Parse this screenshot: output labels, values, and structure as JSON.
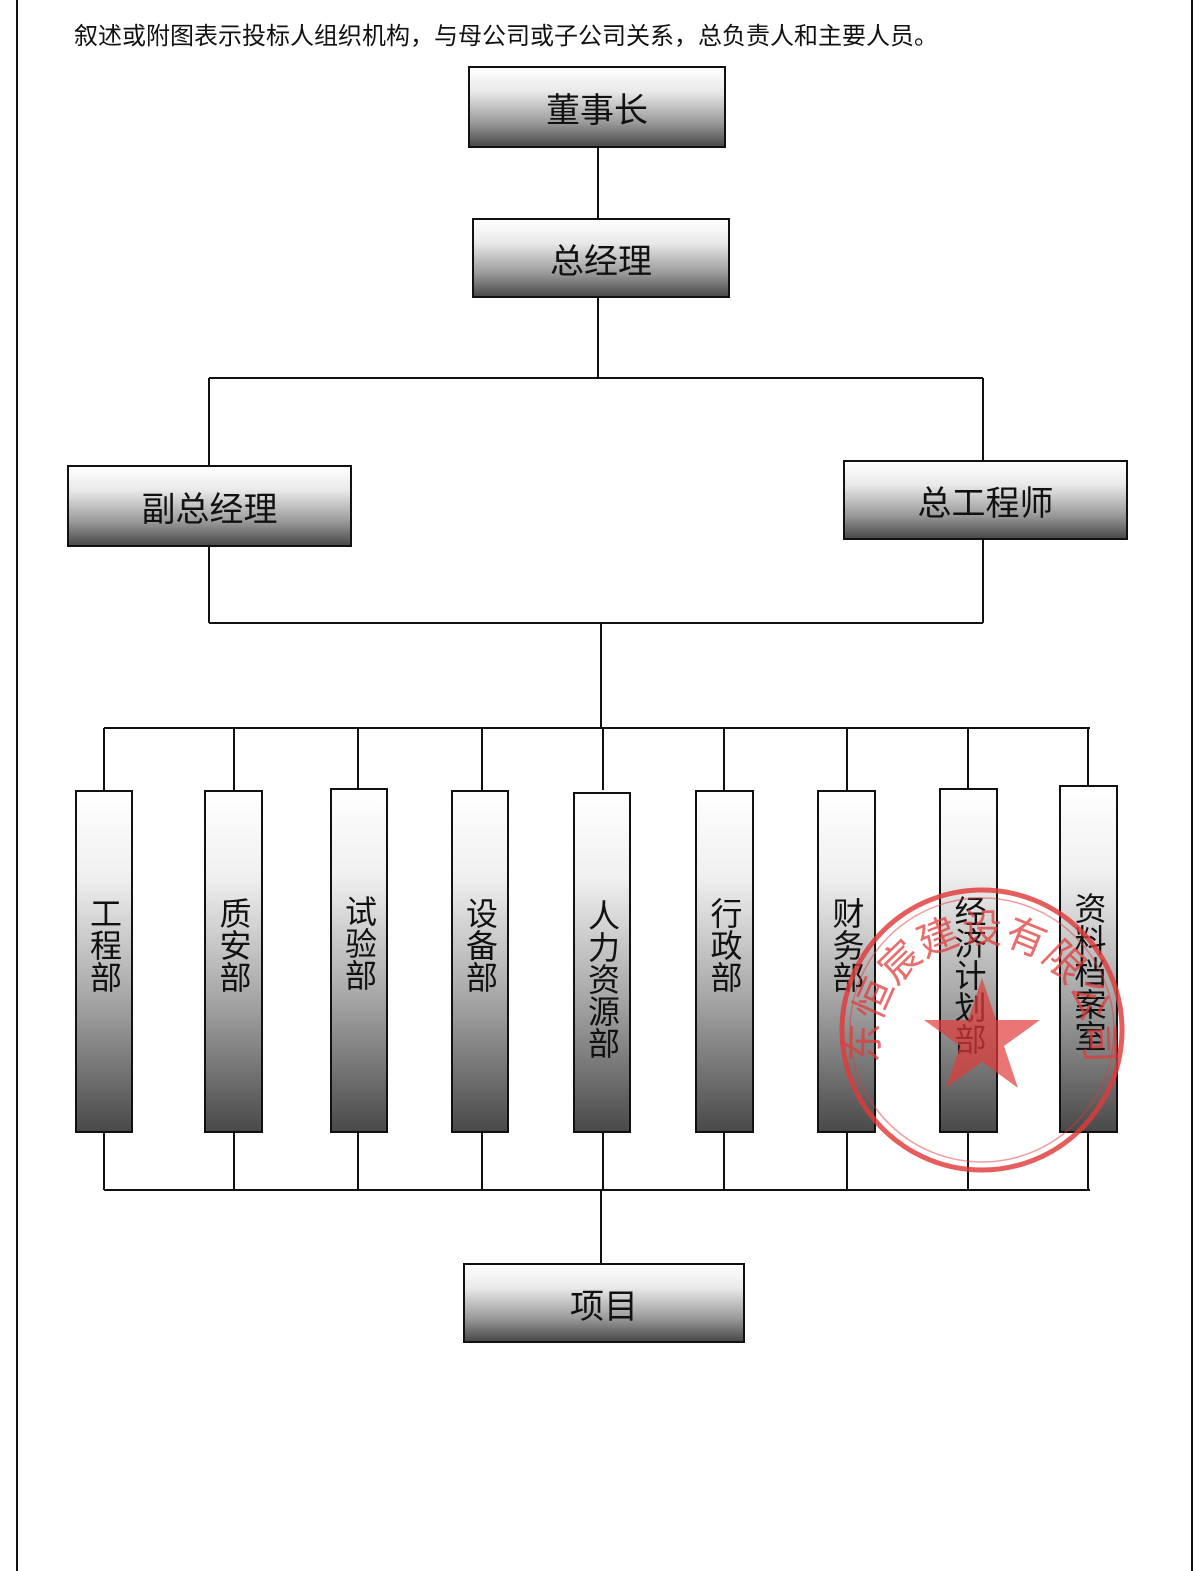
{
  "intro_text": "叙述或附图表示投标人组织机构，与母公司或子公司关系，总负责人和主要人员。",
  "top": {
    "chairman": "董事长",
    "general_manager": "总经理"
  },
  "mid": {
    "deputy_gm": "副总经理",
    "chief_engineer": "总工程师"
  },
  "departments": [
    "工程部",
    "质安部",
    "试验部",
    "设备部",
    "人力资源部",
    "行政部",
    "财务部",
    "经济计划部",
    "资料档案室"
  ],
  "bottom": {
    "project": "项目"
  },
  "seal": {
    "company_arc": "东恒宸建设有限公司",
    "color": "#e03a3a"
  }
}
